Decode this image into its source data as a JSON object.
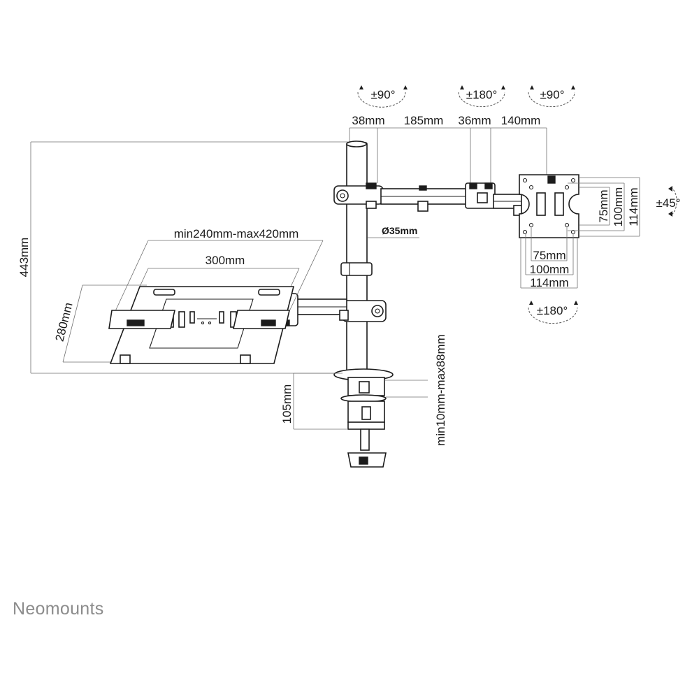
{
  "brand": {
    "name": "Neomounts"
  },
  "rotation_labels": {
    "tilt_left": "±90°",
    "swivel_mid": "±180°",
    "tilt_right": "±90°",
    "rotate_side": "±45°",
    "swivel_bottom": "±180°"
  },
  "dimensions": {
    "seg_38": "38mm",
    "seg_185": "185mm",
    "seg_36": "36mm",
    "seg_140": "140mm",
    "height_443": "443mm",
    "pole_diameter": "Ø35mm",
    "tray_width_range": "min240mm-max420mm",
    "tray_width": "300mm",
    "tray_depth": "280mm",
    "clamp_height": "105mm",
    "desk_thickness": "min10mm-max88mm",
    "vesa_v75": "75mm",
    "vesa_v100": "100mm",
    "vesa_v114": "114mm",
    "vesa_h75": "75mm",
    "vesa_h100": "100mm",
    "vesa_h114": "114mm"
  }
}
